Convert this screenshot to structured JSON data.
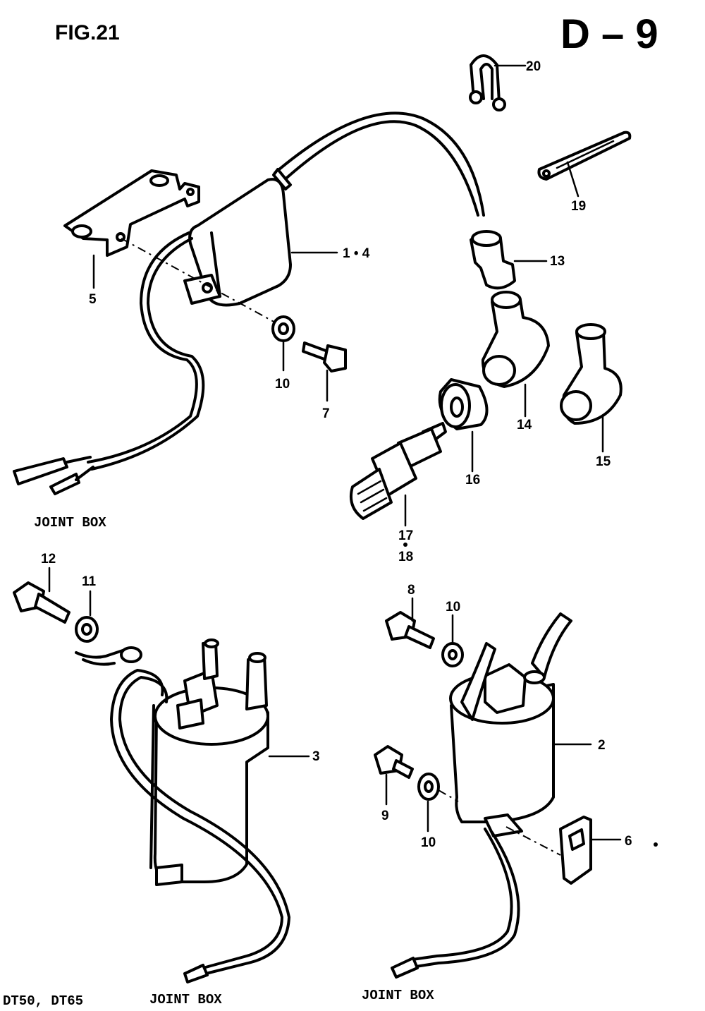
{
  "figure": {
    "number": "FIG.21",
    "code": "D – 9"
  },
  "captions": {
    "joint_box": "JOINT BOX",
    "models": "DT50, DT65"
  },
  "part_labels": {
    "p1_4": "1 • 4",
    "p2": "2",
    "p3": "3",
    "p5": "5",
    "p6": "6",
    "p7": "7",
    "p8": "8",
    "p9": "9",
    "p10": "10",
    "p11": "11",
    "p12": "12",
    "p13": "13",
    "p14": "14",
    "p15": "15",
    "p16": "16",
    "p17": "17",
    "p18": "18",
    "p19": "19",
    "p20": "20"
  }
}
